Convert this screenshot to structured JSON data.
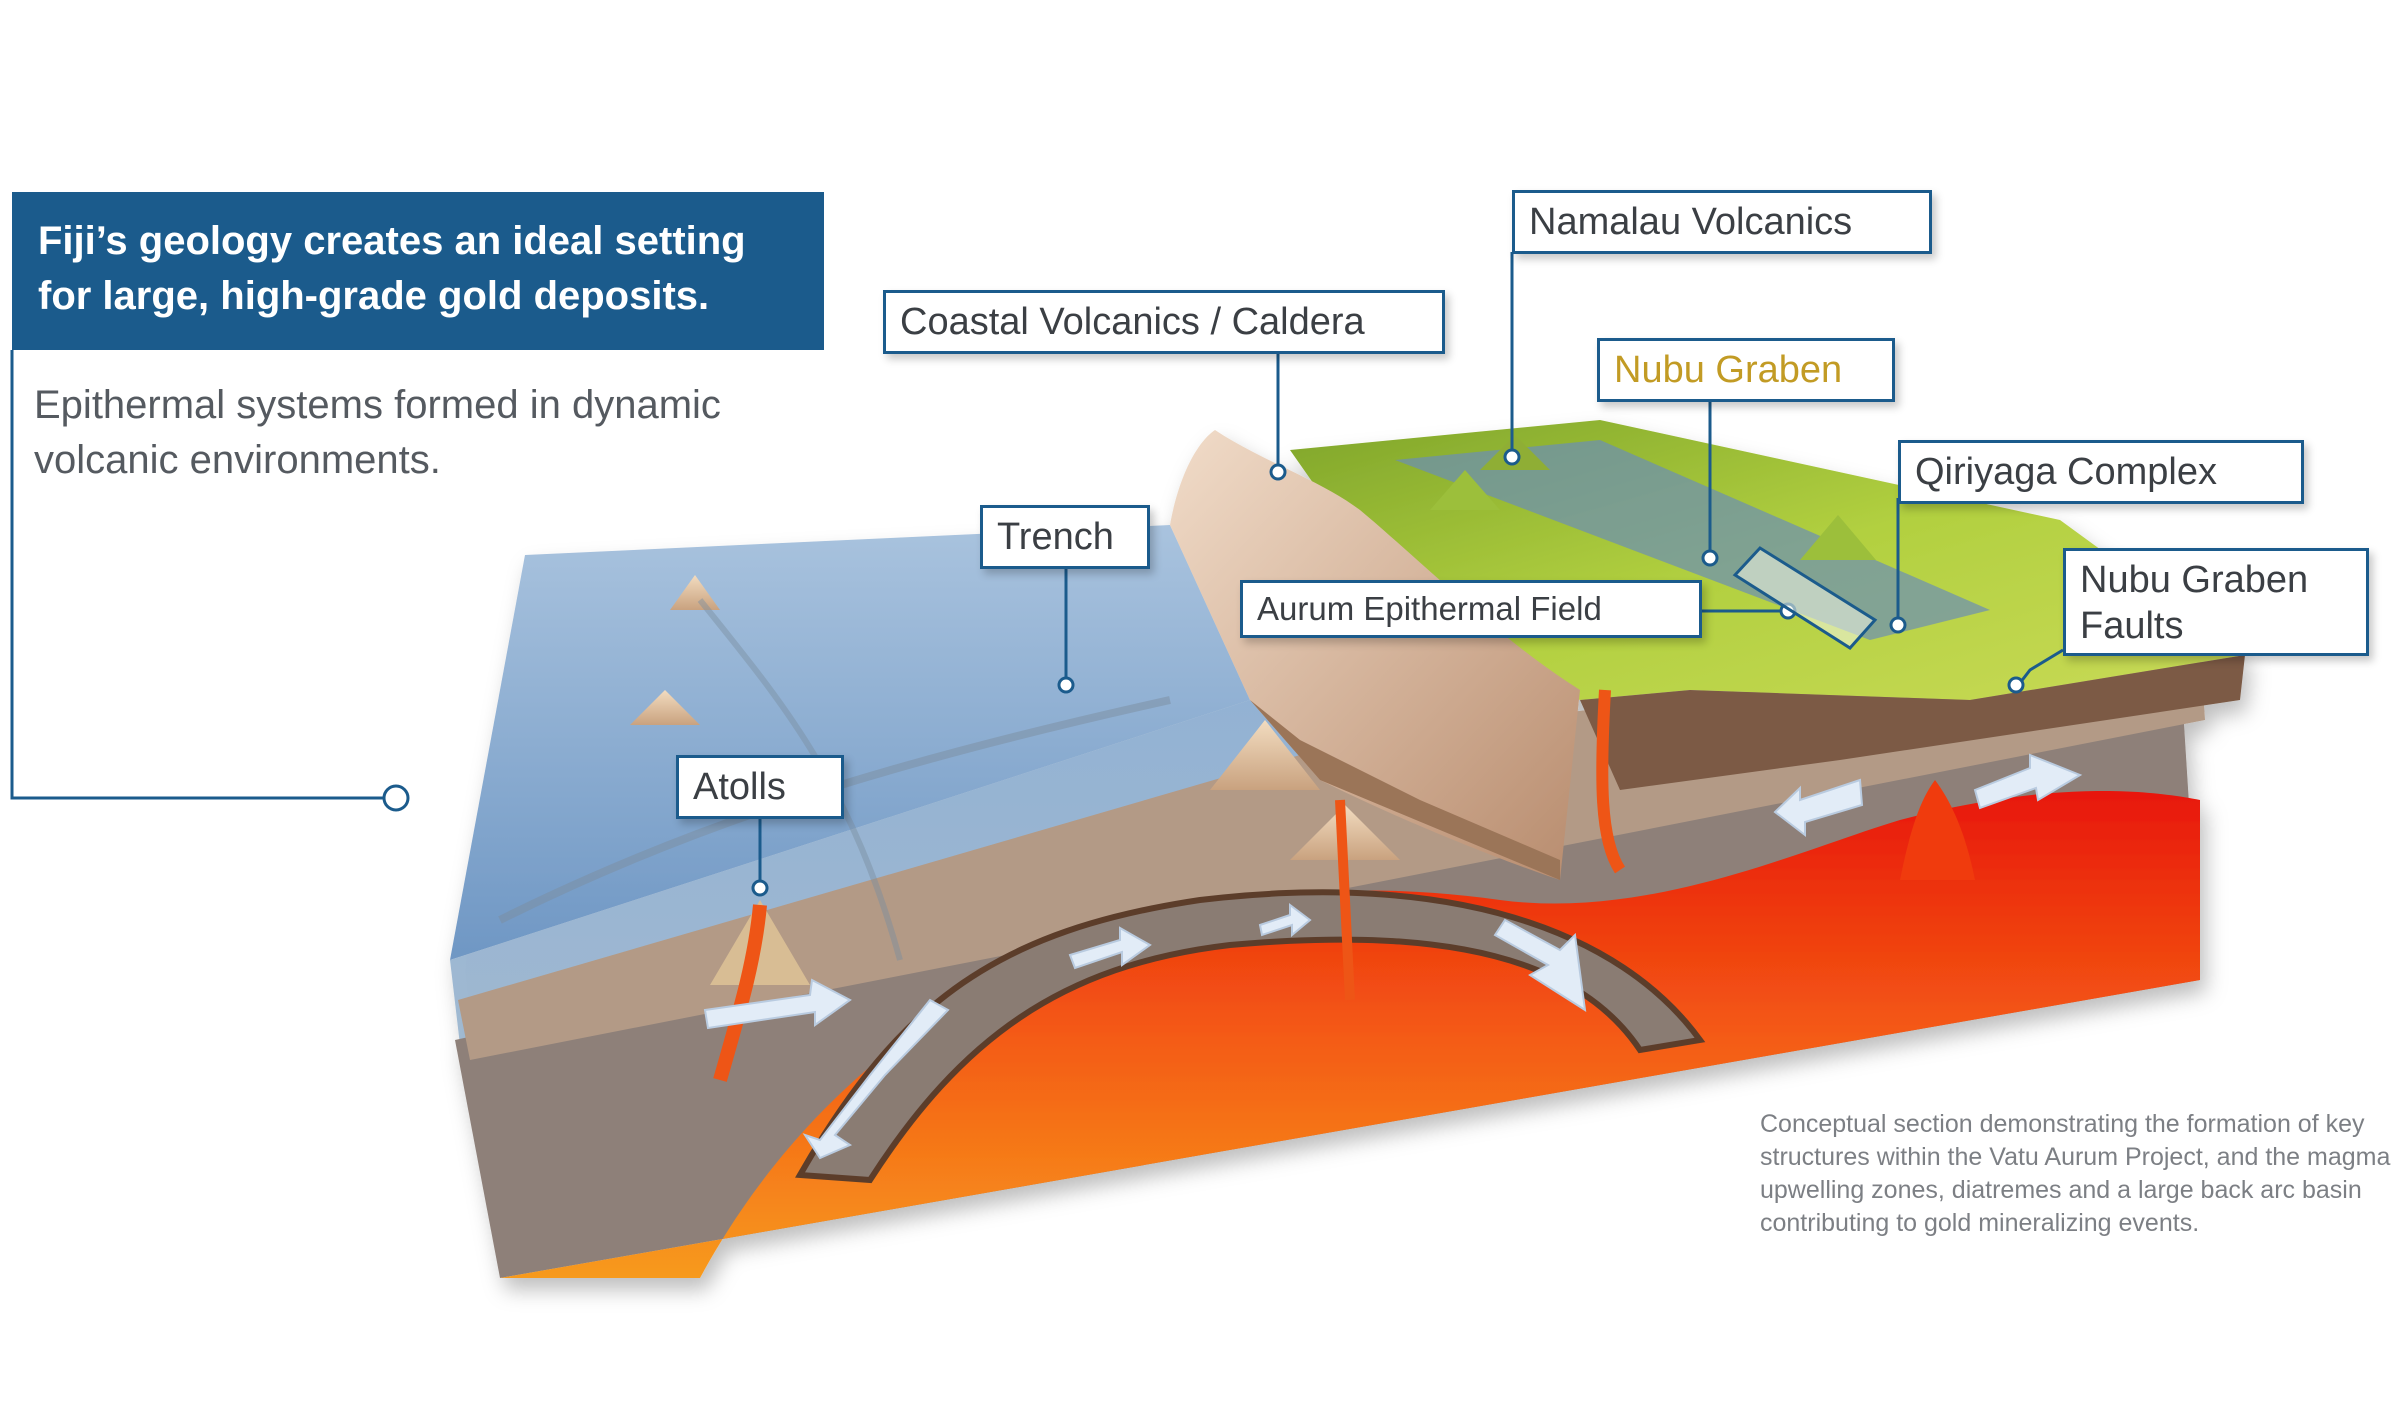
{
  "headline": "Fiji’s geology creates an ideal setting for large, high-grade gold deposits.",
  "subheadline": "Epithermal systems formed in dynamic volcanic environments.",
  "caption": "Conceptual section demonstrating the formation of key structures within the Vatu Aurum Project, and the magma upwelling zones, diatremes and a large back arc basin contributing to gold mineralizing events.",
  "labels": {
    "namalau": "Namalau Volcanics",
    "coastal": "Coastal Volcanics / Caldera",
    "nubu_graben": "Nubu Graben",
    "qiriyaga": "Qiriyaga Complex",
    "trench": "Trench",
    "nubu_faults": "Nubu Graben Faults",
    "aurum": "Aurum Epithermal Field",
    "atolls": "Atolls"
  },
  "colors": {
    "accent": "#1b5b8c",
    "gold": "#c29b24",
    "ocean": "#7fa6cc",
    "magma": "#f03a0c",
    "crust": "#8b7d74",
    "land_green": "#a7c83a"
  }
}
